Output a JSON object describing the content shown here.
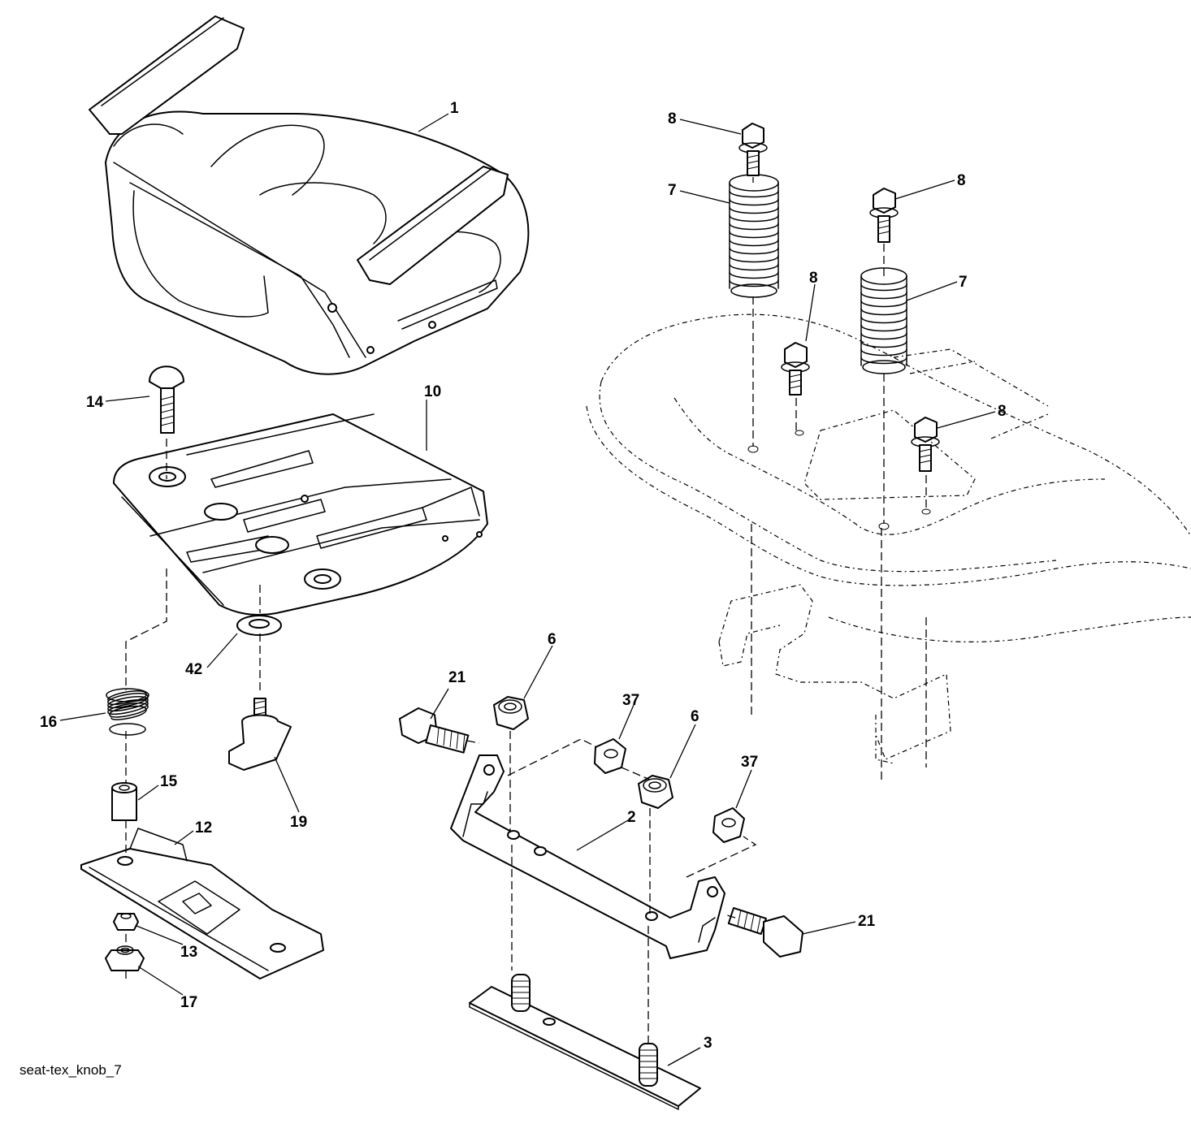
{
  "callouts": {
    "c1": "1",
    "c2": "2",
    "c3": "3",
    "c6a": "6",
    "c6b": "6",
    "c7a": "7",
    "c7b": "7",
    "c8a": "8",
    "c8b": "8",
    "c8c": "8",
    "c8d": "8",
    "c10": "10",
    "c12": "12",
    "c13": "13",
    "c14": "14",
    "c15": "15",
    "c16": "16",
    "c17": "17",
    "c19": "19",
    "c21a": "21",
    "c21b": "21",
    "c37a": "37",
    "c37b": "37",
    "c42": "42"
  },
  "caption": "seat-tex_knob_7"
}
